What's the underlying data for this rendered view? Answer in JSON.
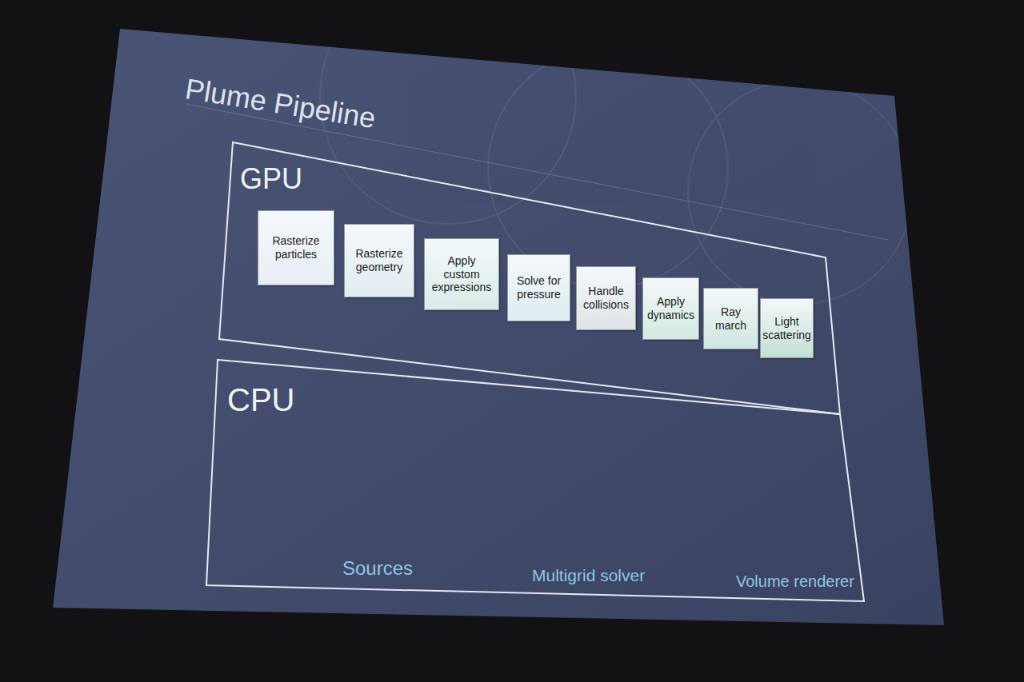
{
  "diagram": {
    "title": "Plume Pipeline",
    "nodes": [
      {
        "text": [
          "GPU"
        ]
      },
      {
        "text": [
          "Rasterize particles"
        ],
        "in": 0
      },
      {
        "text": [
          "Rasterize geometry"
        ],
        "in": 0
      },
      {
        "text": [
          "Apply custom expressions"
        ],
        "in": 0
      },
      {
        "text": [
          "Solve for pressure"
        ],
        "in": 0
      },
      {
        "text": [
          "Handle collisions"
        ],
        "in": 0
      },
      {
        "text": [
          "Apply dynamics"
        ],
        "in": 0
      },
      {
        "text": [
          "Ray march"
        ],
        "in": 0
      },
      {
        "text": [
          "Light scattering"
        ],
        "in": 0
      },
      {
        "text": [
          "CPU"
        ]
      }
    ],
    "labels": [
      "Sources",
      "Multigrid solver",
      "Volume renderer"
    ]
  }
}
